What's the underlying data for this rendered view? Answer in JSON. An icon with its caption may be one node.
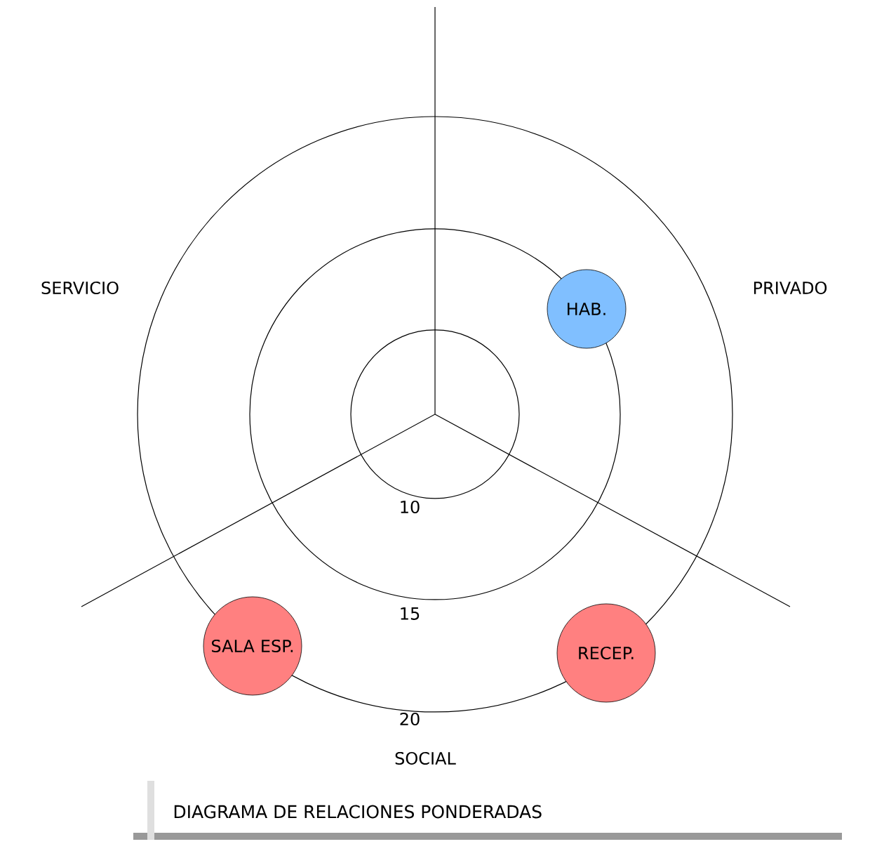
{
  "diagram": {
    "title": "DIAGRAMA DE RELACIONES PONDERADAS",
    "nodes": [
      {
        "text": [
          "HAB."
        ]
      },
      {
        "text": [
          "SALA ESP."
        ]
      },
      {
        "text": [
          "RECEP."
        ]
      }
    ],
    "labels": [
      "SERVICIO",
      "PRIVADO",
      "10",
      "15",
      "20",
      "SOCIAL"
    ]
  }
}
